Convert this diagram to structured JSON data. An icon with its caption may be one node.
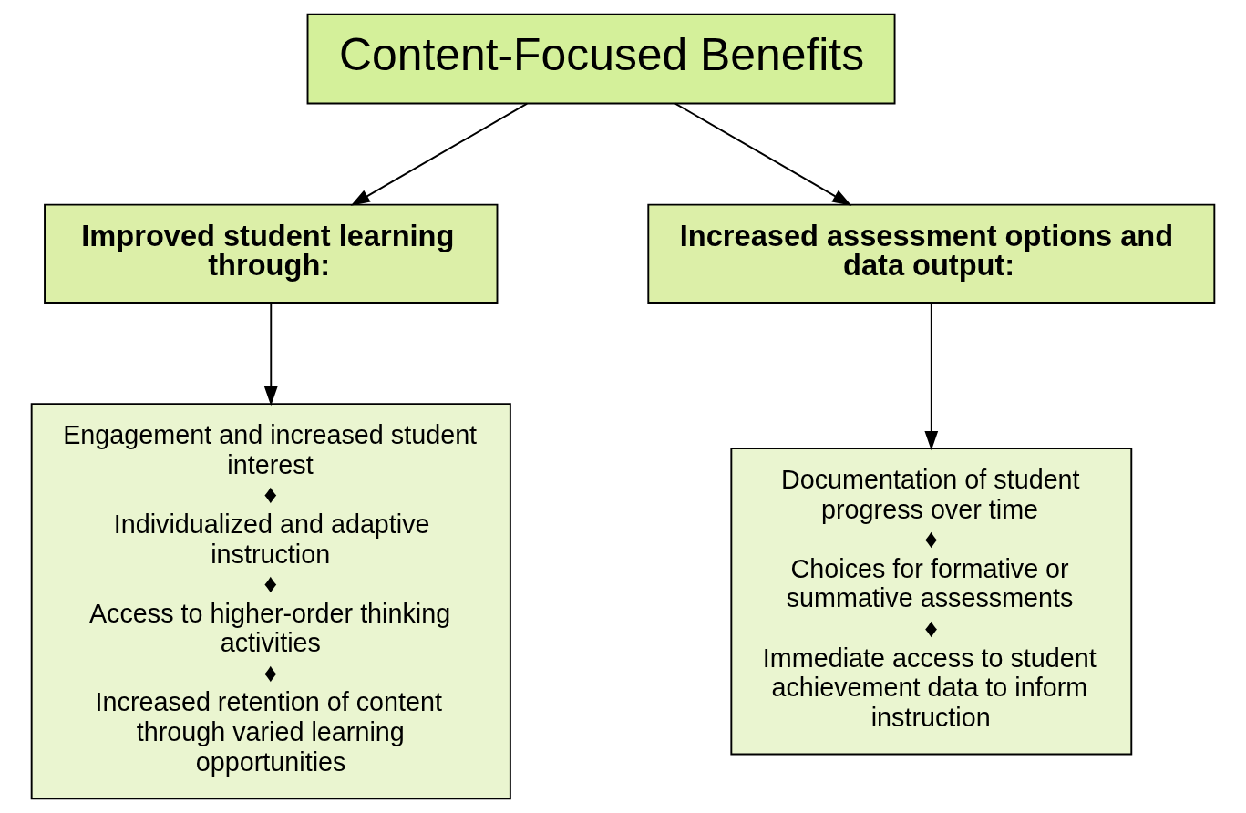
{
  "diagram": {
    "nodes": [
      {
        "text": [
          "Content-Focused Benefits"
        ]
      },
      {
        "text": [
          "Improved student learning through:"
        ]
      },
      {
        "text": [
          "Increased assessment options and data output:"
        ]
      },
      {
        "text": [
          "Engagement and increased student interest",
          "♦",
          "Individualized and adaptive instruction",
          "♦",
          "Access to higher-order thinking activities",
          "♦",
          "Increased retention of content through varied learning opportunities"
        ]
      },
      {
        "text": [
          "Documentation of student progress over time",
          "♦",
          "Choices for formative or summative assessments",
          "♦",
          "Immediate access to student achievement data to inform instruction"
        ]
      }
    ],
    "edges": [
      {
        "from": 0,
        "to": 1,
        "arrow": "to"
      },
      {
        "from": 0,
        "to": 2,
        "arrow": "to"
      },
      {
        "from": 1,
        "to": 3,
        "arrow": "to"
      },
      {
        "from": 2,
        "to": 4,
        "arrow": "to"
      }
    ]
  }
}
